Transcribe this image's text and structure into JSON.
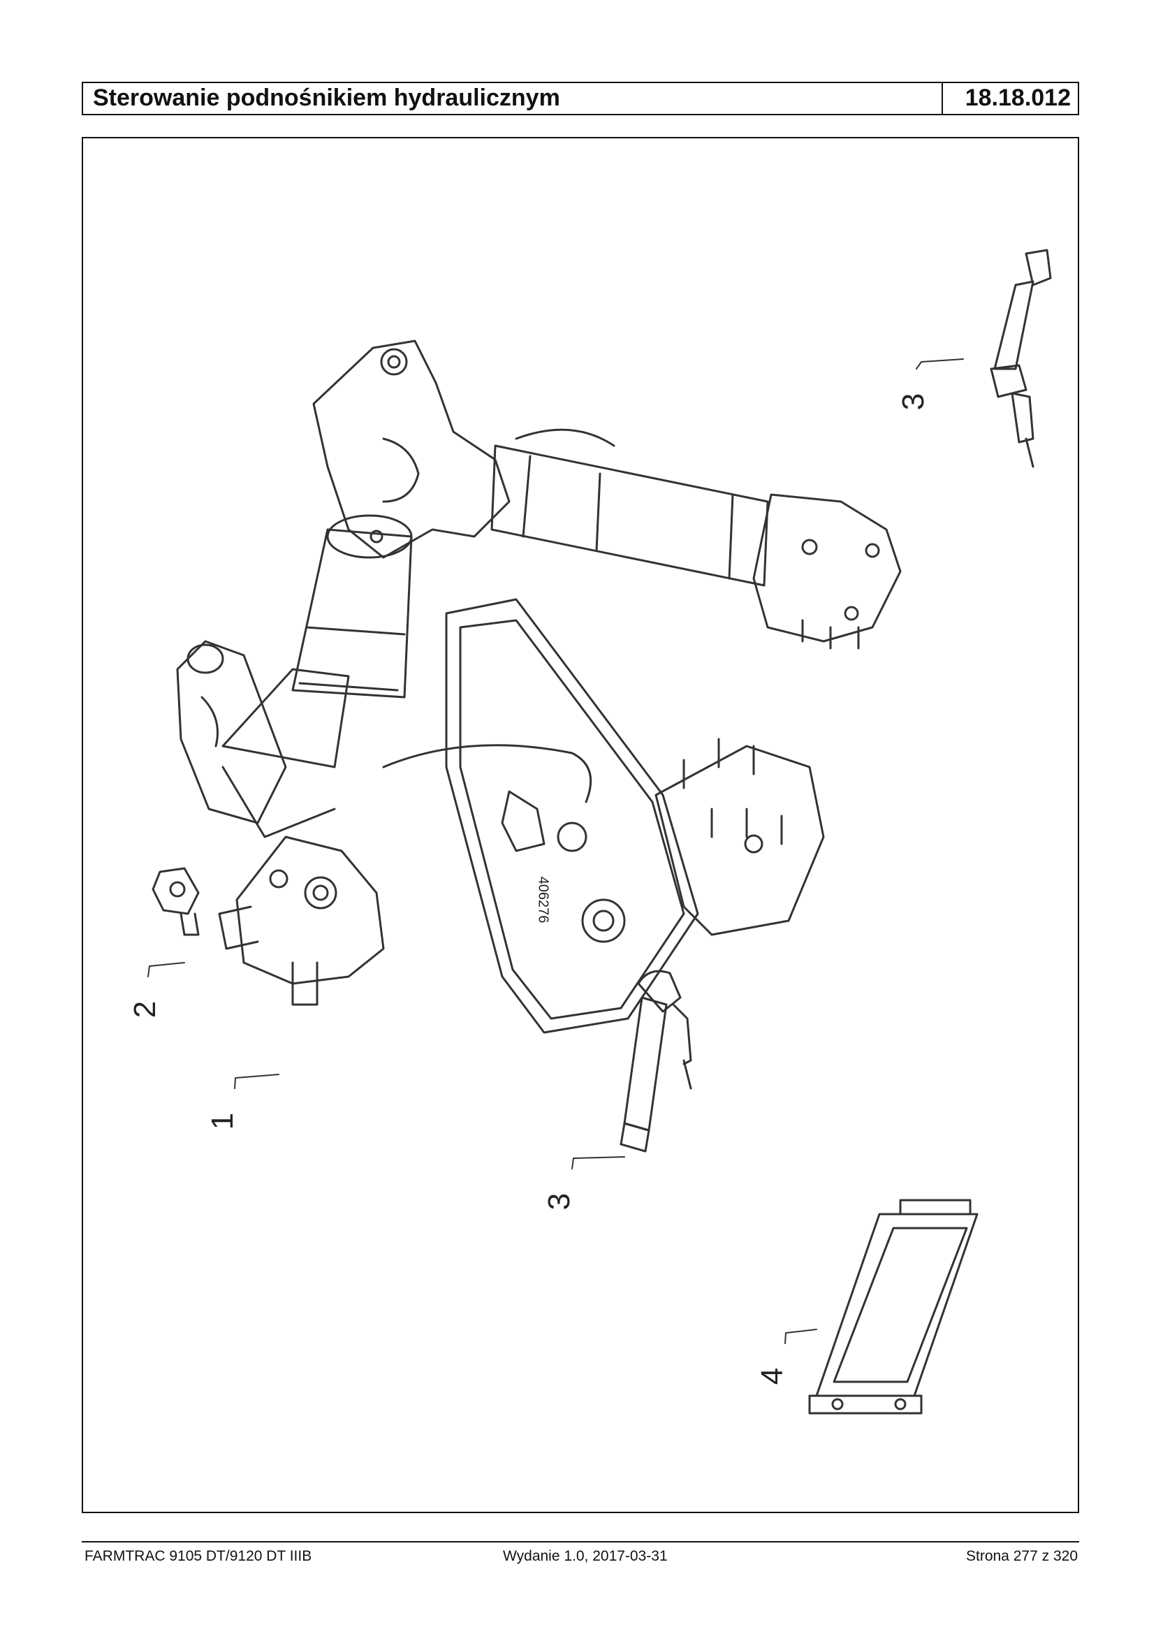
{
  "header": {
    "title": "Sterowanie podnośnikiem hydraulicznym",
    "code": "18.18.012"
  },
  "figure": {
    "callouts": [
      "3",
      "2",
      "1",
      "3",
      "4"
    ],
    "part_marking": "406276"
  },
  "footer": {
    "model": "FARMTRAC 9105 DT/9120 DT IIIB",
    "edition": "Wydanie 1.0,  2017-03-31",
    "page": "Strona 277 z 320"
  }
}
